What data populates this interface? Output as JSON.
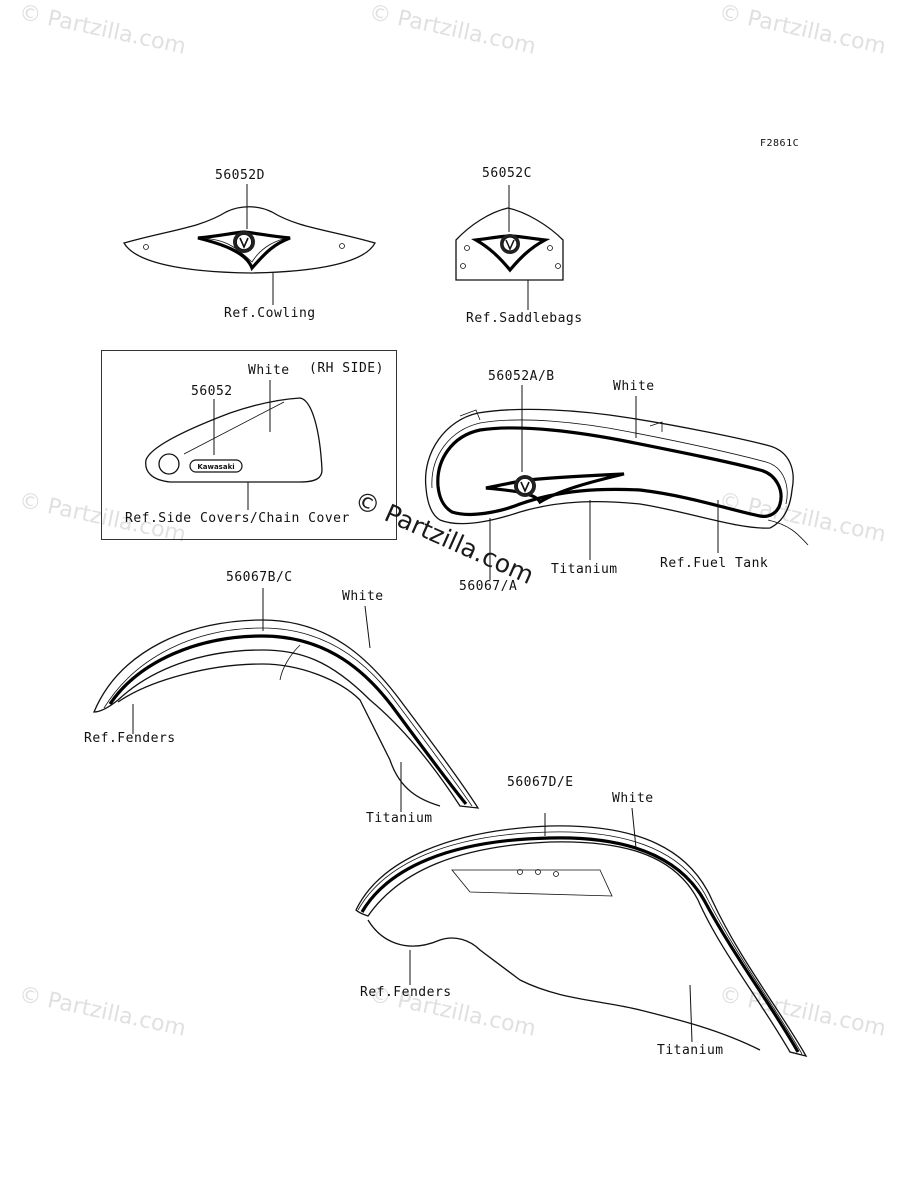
{
  "watermark": {
    "text": "© Partzilla.com",
    "center_text": "© Partzilla.com"
  },
  "figure_code": "F2861C",
  "labels": {
    "p56052d": "56052D",
    "ref_cowling": "Ref.Cowling",
    "p56052c": "56052C",
    "ref_saddlebags": "Ref.Saddlebags",
    "white_side": "White",
    "rh_side": "(RH SIDE)",
    "p56052": "56052",
    "side_emblem": "Kawasaki",
    "ref_side_covers": "Ref.Side Covers/Chain Cover",
    "p56052ab": "56052A/B",
    "white_tank": "White",
    "titanium_tank": "Titanium",
    "ref_fuel_tank": "Ref.Fuel Tank",
    "p56067a": "56067/A",
    "p56067bc": "56067B/C",
    "white_front": "White",
    "ref_fenders_front": "Ref.Fenders",
    "titanium_front": "Titanium",
    "p56067de": "56067D/E",
    "white_rear": "White",
    "ref_fenders_rear": "Ref.Fenders",
    "titanium_rear": "Titanium"
  },
  "colors": {
    "line": "#111111",
    "watermark": "#e0e0e0",
    "background": "#ffffff"
  }
}
